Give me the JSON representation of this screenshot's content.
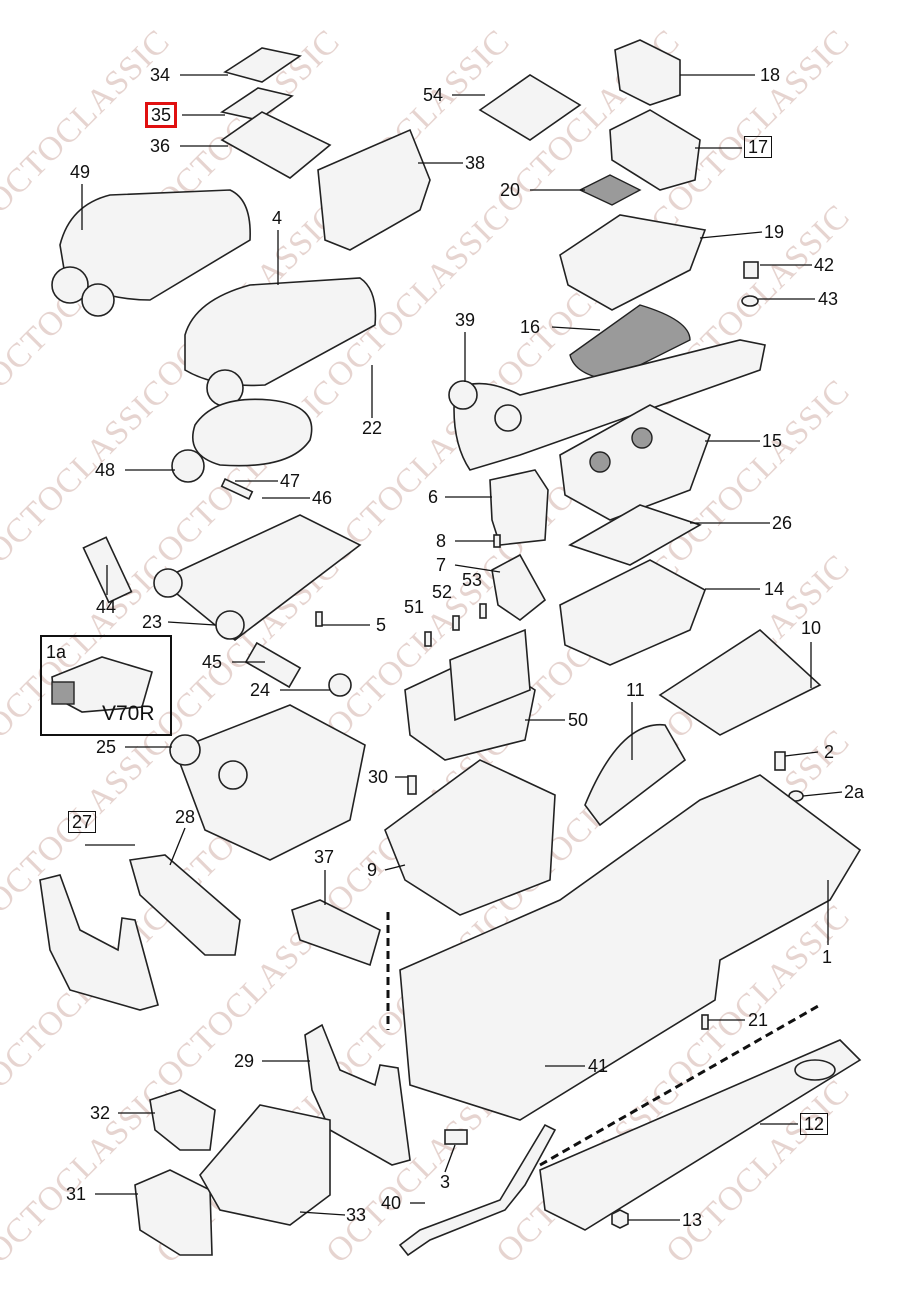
{
  "watermark": "OCTOCLASSIC",
  "highlight_color": "#e01010",
  "highlighted_label": "35",
  "labels": {
    "l34": "34",
    "l35": "35",
    "l36": "36",
    "l49": "49",
    "l4": "4",
    "l54": "54",
    "l38": "38",
    "l18": "18",
    "l17": "17",
    "l20": "20",
    "l19": "19",
    "l42": "42",
    "l43": "43",
    "l39": "39",
    "l16": "16",
    "l22": "22",
    "l15": "15",
    "l48": "48",
    "l47": "47",
    "l46": "46",
    "l6": "6",
    "l26": "26",
    "l8": "8",
    "l7": "7",
    "l53": "53",
    "l52": "52",
    "l51": "51",
    "l14": "14",
    "l10": "10",
    "l44": "44",
    "l23": "23",
    "l5": "5",
    "l1a": "1a",
    "lv70r": "V70R",
    "l45": "45",
    "l11": "11",
    "l24": "24",
    "l50": "50",
    "l25": "25",
    "l30": "30",
    "l2": "2",
    "l2a": "2a",
    "l27": "27",
    "l28": "28",
    "l37": "37",
    "l9": "9",
    "l1": "1",
    "l21": "21",
    "l29": "29",
    "l41": "41",
    "l32": "32",
    "l12": "12",
    "l3": "3",
    "l31": "31",
    "l40": "40",
    "l33": "33",
    "l13": "13"
  }
}
